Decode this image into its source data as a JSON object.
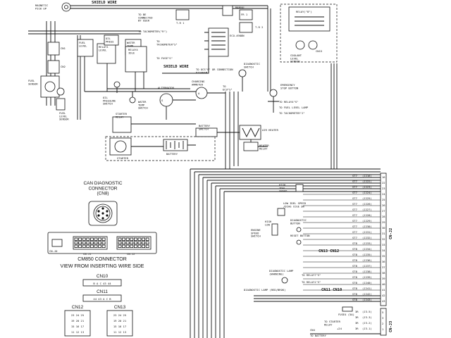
{
  "top_labels": {
    "magnetic_pickup": "MAGNETIC\nPICK UP",
    "shield_wire_top": "SHIELD WIRE",
    "tr1": "T.R 1",
    "to_be_connected": "TO BE\nCONNECTED\nBY USER",
    "manual": "MANUAL",
    "fr1": "FR 1",
    "tr2": "T.R 2",
    "relay_top": "RELAY(\"8\")",
    "coolant_level_sensor": "COOLANT\nLEVEL\nSENSOR",
    "cn15": "CN15",
    "to_tachometer_r": "TO TACHOMETER(\"R\")",
    "eco_label": "ECO-4988N",
    "to_tach_s": "TO\nTACHOMETER\"S\"",
    "to_fuse": "TO FUSE\"S\"",
    "shield_wire_mid": "SHIELD WIRE"
  },
  "left_block": {
    "cn1": "CN1",
    "cn2": "CN2",
    "fuel_level": "FUEL\nLEVEL",
    "relay1_level": "RELAY1\nLEVEL",
    "relay4_idle": "RELAY4\nIDLE",
    "oil_press": "OIL\nPRESS",
    "water_temp": "WATER\nTEMP",
    "fuel_level_sensor": "FUEL\nLEVEL\nSENSOR",
    "fuel_sensor_left": "FUEL\nSENSOR",
    "oil_pressure_switch": "OIL\nPRESSURE\nSWITCH",
    "water_temp_switch": "WATER\nTEMP\nSWITCH",
    "alternator": "ALTERNATOR",
    "charging_ammeter": "CHARGING\nAMMETER",
    "starter_relay": "STARTER\nRELAY",
    "starter": "STARTER",
    "battery": "BATTERY",
    "battery_switch": "BATTERY\nSWITCH",
    "air_heater": "AIR HEATER",
    "heater_relay": "HEATER\nRELAY",
    "to_ocs": "TO OCS\"S\" OR CONNECTION\nDIAGRAM",
    "diagnostic_switch": "DIAGNOSTIC\nSWITCH",
    "emergency_stop": "EMERGENCY\nSTOP BUTTON",
    "to_relay_top": "TO RELAY4\"S\"",
    "to_fuel_level_lamp": "TO FUEL LEVEL LAMP",
    "to_tachometer_j": "TO TACHOMETER\"J\"",
    "to_ecu": "TO\nECU\"S\""
  },
  "connectors": {
    "can_title": "CAN DIAGNOSTIC\nCONNECTOR\n(CN8)",
    "cm850_title": "CM850 CONNECTOR",
    "view_caption": "VIEW FROM INSERTING WIRE SIDE",
    "cn_j0": "CN-J0",
    "cn_j1": "CN-J1",
    "cn_j2": "CN-J2",
    "cn10": "CN10",
    "cn10_pins": "B A C 43 44",
    "cn11": "CN11",
    "cn11_pins": "44 43 A C B",
    "cn12": "CN12",
    "cn13": "CN13",
    "cn12_rows": [
      "23 24 25",
      "19 20 21",
      "15 16 17",
      "11 12 13"
    ],
    "cn13_rows": [
      "23 24 25",
      "19 20 21",
      "15 16 17",
      "11 12 13"
    ]
  },
  "bottom_right": {
    "high_idle_speed": "HIGH\nIDEL\nSPEED",
    "low_idle_speed": "LOW IDEL SPEED\n/DIAG CCGE SW",
    "diagnostic_button": "DIAGNOSTIC\nBUTTON",
    "reset_button": "RESET BUTTON",
    "high_low": "HIGH\nLOW",
    "engine_speed_switch": "ENGINE\nSPEED\nSWITCH",
    "cn13_cn12": "CN13 CN12",
    "diagnostic_lamp_warning": "DIAGNOSTIC LAMP\n(WARNING)",
    "to_relay_7": "TO RELAY7\"S\"",
    "to_relay_1": "TO RELAY1\"S\"",
    "diagnostic_lamp_red": "DIAGNOSTIC LAMP (RED/BROK)",
    "cn11_cn10": "CN11 CN10",
    "fuse4": "FUSE4 (5A)",
    "to_starter": "TO STARTER\nRELAY",
    "cn4": "CN4",
    "p24": "+24",
    "to_battery": "TO BATTERY",
    "cn_j2_side": "CN-J2",
    "cn_j3_side": "CN-J3"
  },
  "wire_table": [
    {
      "code": "ST7",
      "wire": "(J216)",
      "pin": "16"
    },
    {
      "code": "ST7",
      "wire": "(J222)",
      "pin": "22"
    },
    {
      "code": "ST7",
      "wire": "(J223)",
      "pin": "23"
    },
    {
      "code": "ST7",
      "wire": "(J224)",
      "pin": "24"
    },
    {
      "code": "ST7",
      "wire": "(J225)",
      "pin": "25"
    },
    {
      "code": "ST7",
      "wire": "(J226)",
      "pin": "26"
    },
    {
      "code": "ST7",
      "wire": "(J227)",
      "pin": "27"
    },
    {
      "code": "ST7",
      "wire": "(J228)",
      "pin": "28"
    },
    {
      "code": "ST7",
      "wire": "(J229)",
      "pin": "29"
    },
    {
      "code": "ST7",
      "wire": "(J230)",
      "pin": "30"
    },
    {
      "code": "ST7",
      "wire": "(J231)",
      "pin": "31"
    },
    {
      "code": "ST7",
      "wire": "(J232)",
      "pin": "32"
    },
    {
      "code": "ST8",
      "wire": "(J233)",
      "pin": "33"
    },
    {
      "code": "ST8",
      "wire": "(J234)",
      "pin": "34"
    },
    {
      "code": "ST8",
      "wire": "(J235)",
      "pin": "35"
    },
    {
      "code": "ST8",
      "wire": "(J236)",
      "pin": "36"
    },
    {
      "code": "ST8",
      "wire": "(J237)",
      "pin": "37"
    },
    {
      "code": "ST8",
      "wire": "(J238)",
      "pin": "38"
    },
    {
      "code": "ST8",
      "wire": "(J239)",
      "pin": "39"
    },
    {
      "code": "ST8",
      "wire": "(J240)",
      "pin": "40"
    },
    {
      "code": "ST8",
      "wire": "(J241)",
      "pin": "41"
    },
    {
      "code": "ST8",
      "wire": "(J242)",
      "pin": "42"
    },
    {
      "code": "ST8",
      "wire": "(J243)",
      "pin": "43"
    }
  ],
  "lower_table": [
    {
      "code": "3R",
      "wire": "(J3-5)",
      "pin": "5"
    },
    {
      "code": "3R",
      "wire": "(J3-3)",
      "pin": "3"
    },
    {
      "code": "3R",
      "wire": "(J3-2)",
      "pin": "2"
    },
    {
      "code": "3R",
      "wire": "(J3-1)",
      "pin": "1"
    }
  ]
}
